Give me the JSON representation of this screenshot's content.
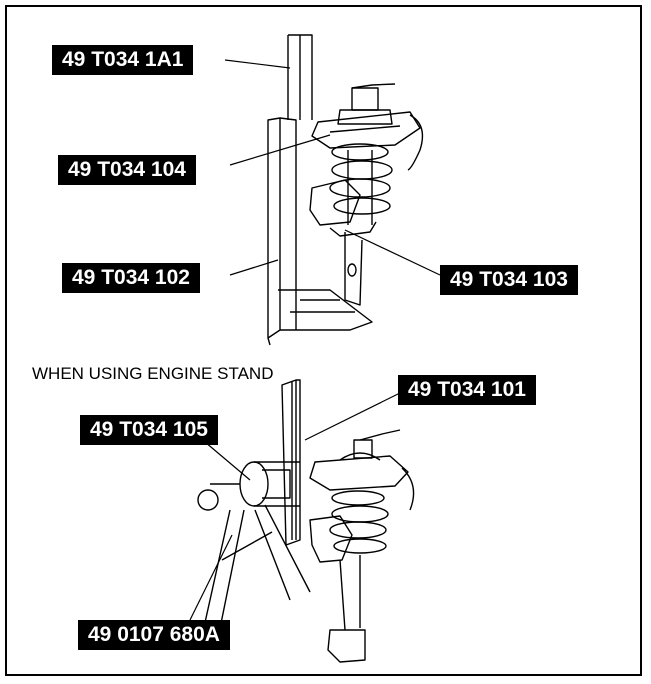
{
  "labels": {
    "top_tool": "49 T034 1A1",
    "upper_plate": "49 T034 104",
    "stand": "49 T034 102",
    "lower_plate": "49 T034 103",
    "attachment": "49 T034 101",
    "adapter": "49 T034 105",
    "engine_stand": "49 0107 680A"
  },
  "caption": "WHEN USING ENGINE STAND",
  "colors": {
    "label_bg": "#000000",
    "label_text": "#ffffff",
    "line": "#000000"
  }
}
